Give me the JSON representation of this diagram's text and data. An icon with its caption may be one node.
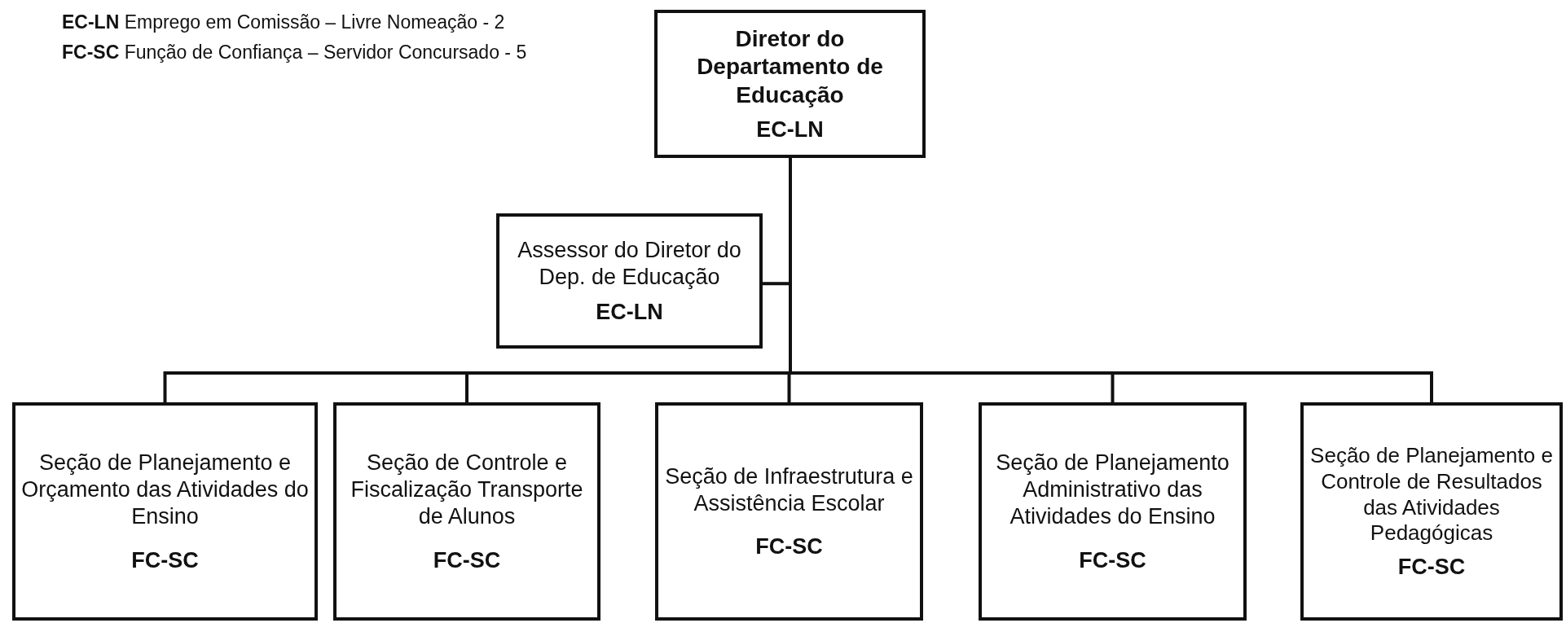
{
  "diagram": {
    "nodes": [
      {
        "text": [
          "Diretor do Departamento de Educação",
          "EC-LN"
        ]
      },
      {
        "text": [
          "Assessor do Diretor do Dep. de Educação",
          "EC-LN"
        ]
      },
      {
        "text": [
          "Seção de Planejamento e Orçamento das Atividades do Ensino",
          "FC-SC"
        ]
      },
      {
        "text": [
          "Seção de Controle e Fiscalização Transporte de Alunos",
          "FC-SC"
        ]
      },
      {
        "text": [
          "Seção de Infraestrutura e Assistência Escolar",
          "FC-SC"
        ]
      },
      {
        "text": [
          "Seção de Planejamento Administrativo das Atividades do Ensino",
          "FC-SC"
        ]
      },
      {
        "text": [
          "Seção de Planejamento e Controle de Resultados das Atividades Pedagógicas",
          "FC-SC"
        ]
      }
    ],
    "edges": [
      {
        "from": 0,
        "to": 1,
        "arrow": "none"
      },
      {
        "from": 0,
        "to": 2,
        "arrow": "none"
      },
      {
        "from": 0,
        "to": 3,
        "arrow": "none"
      },
      {
        "from": 0,
        "to": 4,
        "arrow": "none"
      },
      {
        "from": 0,
        "to": 5,
        "arrow": "none"
      },
      {
        "from": 0,
        "to": 6,
        "arrow": "none"
      }
    ],
    "labels": [
      "**EC-LN** Emprego em Comissão – Livre Nomeação - 2",
      "**FC-SC** Função de Confiança – Servidor Concursado - 5"
    ]
  }
}
